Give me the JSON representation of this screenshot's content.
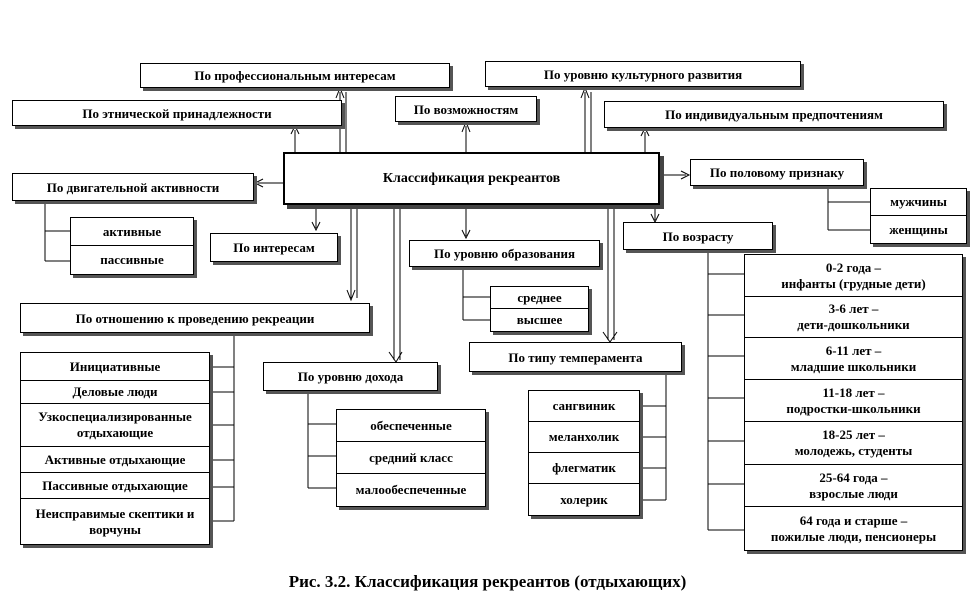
{
  "center": "Классификация рекреантов",
  "categories": {
    "professional": "По профессиональным интересам",
    "cultural": "По уровню культурного развития",
    "ethnic": "По этнической принадлежности",
    "possibilities": "По возможностям",
    "preferences": "По индивидуальным предпочтениям",
    "motor": "По двигательной активности",
    "gender": "По половому признаку",
    "interests": "По интересам",
    "education": "По уровню образования",
    "age": "По возрасту",
    "attitude": "По отношению к проведению рекреации",
    "temperament": "По типу темперамента",
    "income": "По уровню дохода"
  },
  "motor_items": [
    "активные",
    "пассивные"
  ],
  "gender_items": [
    "мужчины",
    "женщины"
  ],
  "education_items": [
    "среднее",
    "высшее"
  ],
  "attitude_items": [
    "Инициативные",
    "Деловые люди",
    "Узкоспециализированные отдыхающие",
    "Активные отдыхающие",
    "Пассивные отдыхающие",
    "Неисправимые скептики и ворчуны"
  ],
  "income_items": [
    "обеспеченные",
    "средний класс",
    "малообеспеченные"
  ],
  "temperament_items": [
    "сангвиник",
    "меланхолик",
    "флегматик",
    "холерик"
  ],
  "age_items": [
    {
      "range": "0-2 года –",
      "desc": "инфанты (грудные дети)"
    },
    {
      "range": "3-6 лет –",
      "desc": "дети-дошкольники"
    },
    {
      "range": "6-11 лет –",
      "desc": "младшие школьники"
    },
    {
      "range": "11-18 лет –",
      "desc": "подростки-школьники"
    },
    {
      "range": "18-25 лет –",
      "desc": "молодежь, студенты"
    },
    {
      "range": "25-64 года –",
      "desc": "взрослые люди"
    },
    {
      "range": "64 года и старше –",
      "desc": "пожилые люди, пенсионеры"
    }
  ],
  "caption": "Рис. 3.2. Классификация рекреантов (отдыхающих)"
}
